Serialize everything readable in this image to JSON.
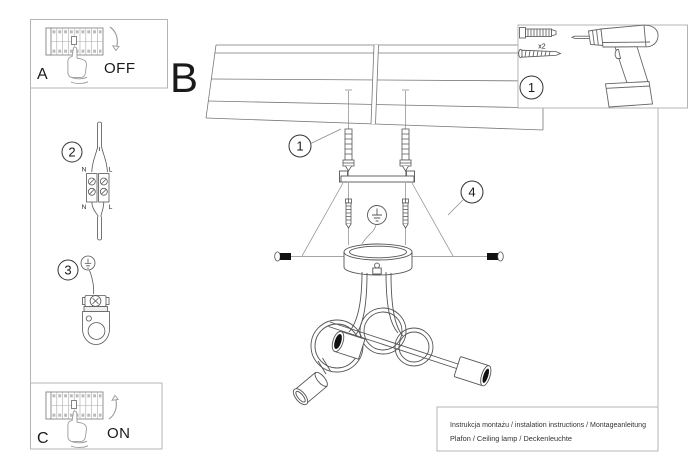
{
  "section_labels": {
    "a": "A",
    "b": "B",
    "c": "C"
  },
  "power": {
    "off": "OFF",
    "on": "ON"
  },
  "steps": {
    "one": "1",
    "two": "2",
    "three": "3",
    "four": "4"
  },
  "parts_box": {
    "step": "1",
    "anchor_qty": "x2"
  },
  "wiring": {
    "n_top": "N",
    "l_top": "L",
    "n_bot": "N",
    "l_bot": "L"
  },
  "footer": {
    "line1": "Instrukcja montażu / instalation instructions / Montageanleitung",
    "line2": "Plafon / Ceiling lamp / Deckenleuchte"
  },
  "colors": {
    "line": "#555555",
    "frame": "#b4b4b4",
    "black": "#111111",
    "text": "#1a1a1a"
  }
}
